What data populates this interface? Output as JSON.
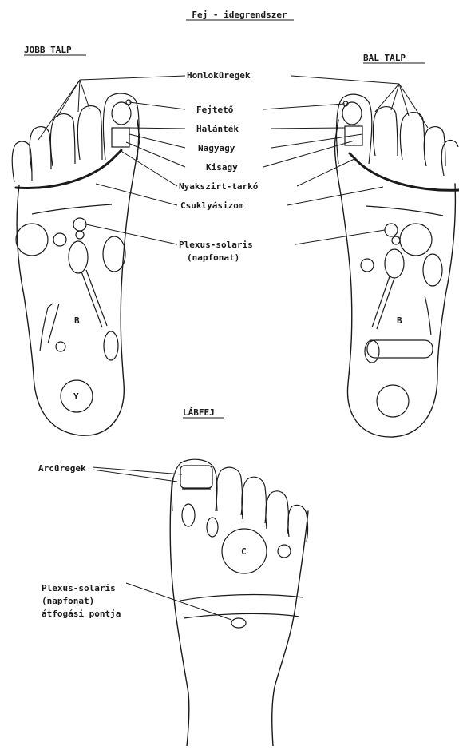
{
  "title": "Fej - idegrendszer",
  "right_sole_label": "JOBB TALP",
  "left_sole_label": "BAL TALP",
  "foot_top_label": "LÁBFEJ",
  "labels": {
    "homlokuregek": "Homloküregek",
    "fejteto": "Fejtető",
    "halantek": "Halánték",
    "nagyagy": "Nagyagy",
    "kisagy": "Kisagy",
    "nyakszirt": "Nyakszirt-tarkó",
    "csuklyasizom": "Csuklyásizom",
    "plexus_line1": "Plexus-solaris",
    "plexus_line2": "(napfonat)",
    "arcuregek": "Arcüregek",
    "plexus2_line1": "Plexus-solaris",
    "plexus2_line2": "(napfonat)",
    "plexus2_line3": "átfogási pontja"
  },
  "zone_letters": {
    "right_heel": "Y",
    "right_mid": "B",
    "left_mid": "B",
    "top_ball": "C"
  }
}
